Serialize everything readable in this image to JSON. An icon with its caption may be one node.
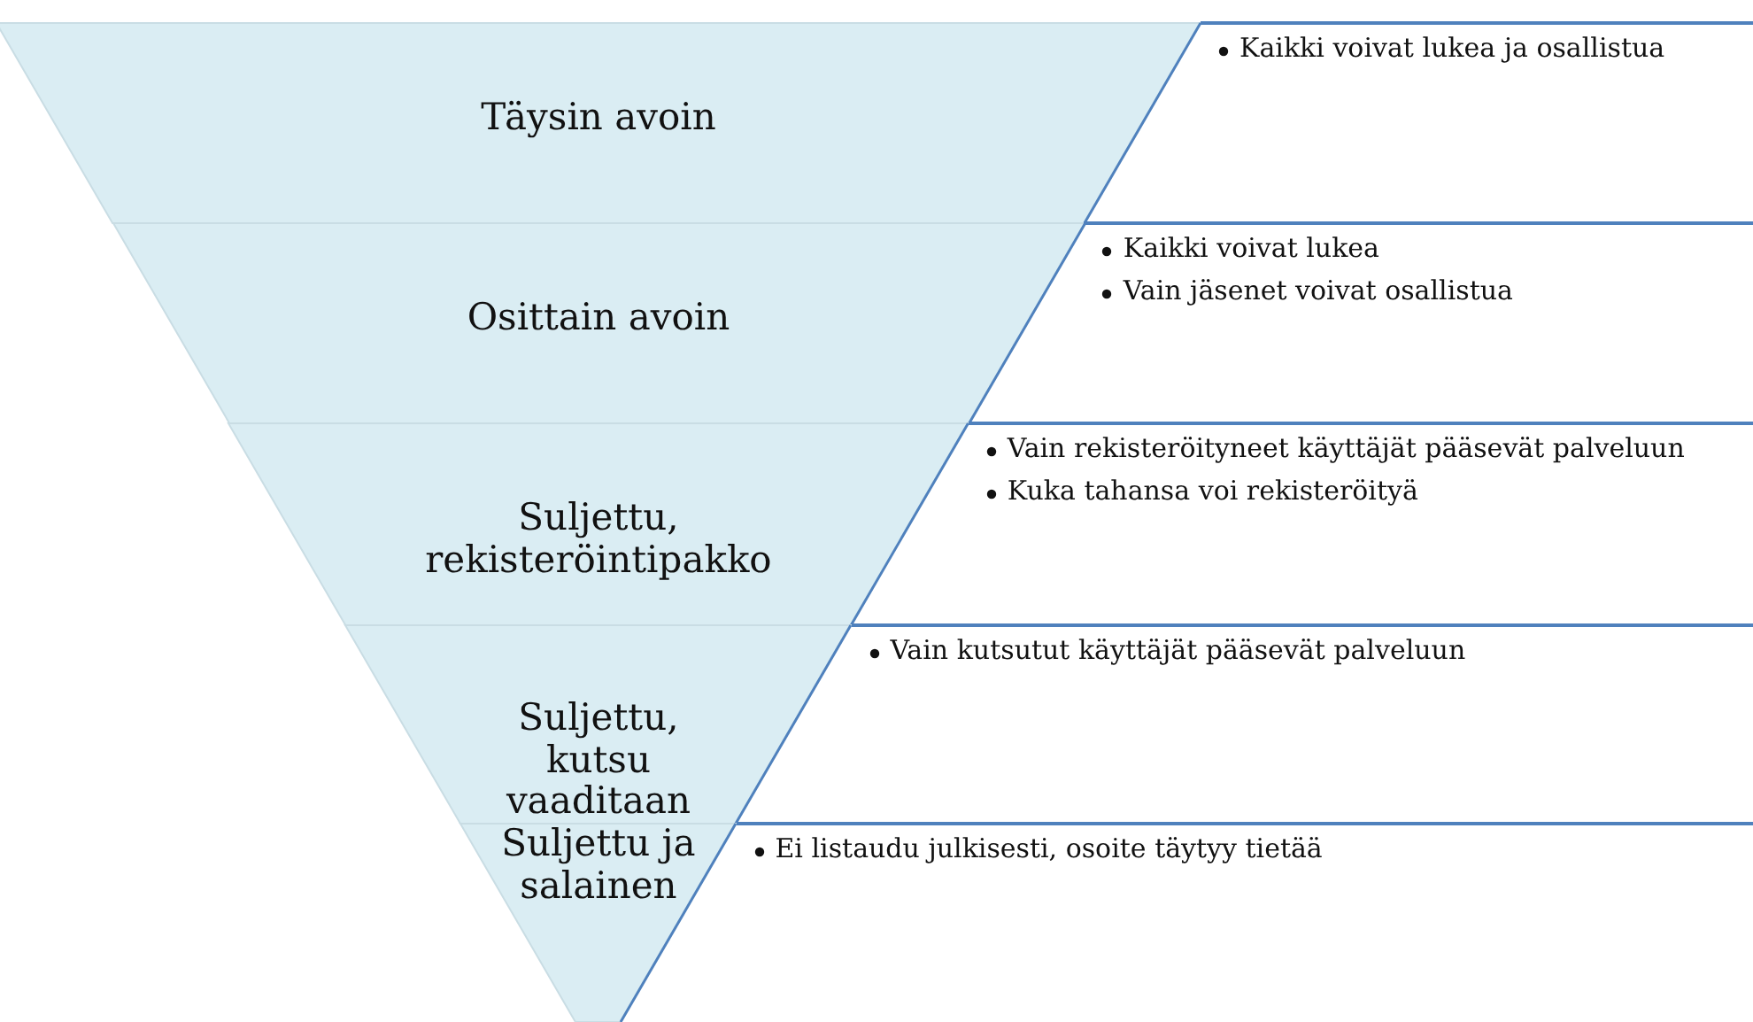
{
  "diagram": {
    "nodes": [
      {
        "text": [
          "Täysin avoin"
        ]
      },
      {
        "text": [
          "Kaikki voivat lukea ja osallistua"
        ]
      },
      {
        "text": [
          "Osittain avoin"
        ]
      },
      {
        "text": [
          "Kaikki voivat lukea",
          "Vain jäsenet voivat osallistua"
        ]
      },
      {
        "text": [
          "Suljettu, rekisteröintipakko"
        ]
      },
      {
        "text": [
          "Vain rekisteröityneet käyttäjät pääsevät palveluun",
          "Kuka tahansa voi rekisteröityä"
        ]
      },
      {
        "text": [
          "Suljettu, kutsu vaaditaan"
        ]
      },
      {
        "text": [
          "Vain kutsutut käyttäjät pääsevät palveluun"
        ]
      },
      {
        "text": [
          "Suljettu ja salainen"
        ]
      },
      {
        "text": [
          "Ei listaudu julkisesti, osoite täytyy tietää"
        ]
      }
    ]
  }
}
